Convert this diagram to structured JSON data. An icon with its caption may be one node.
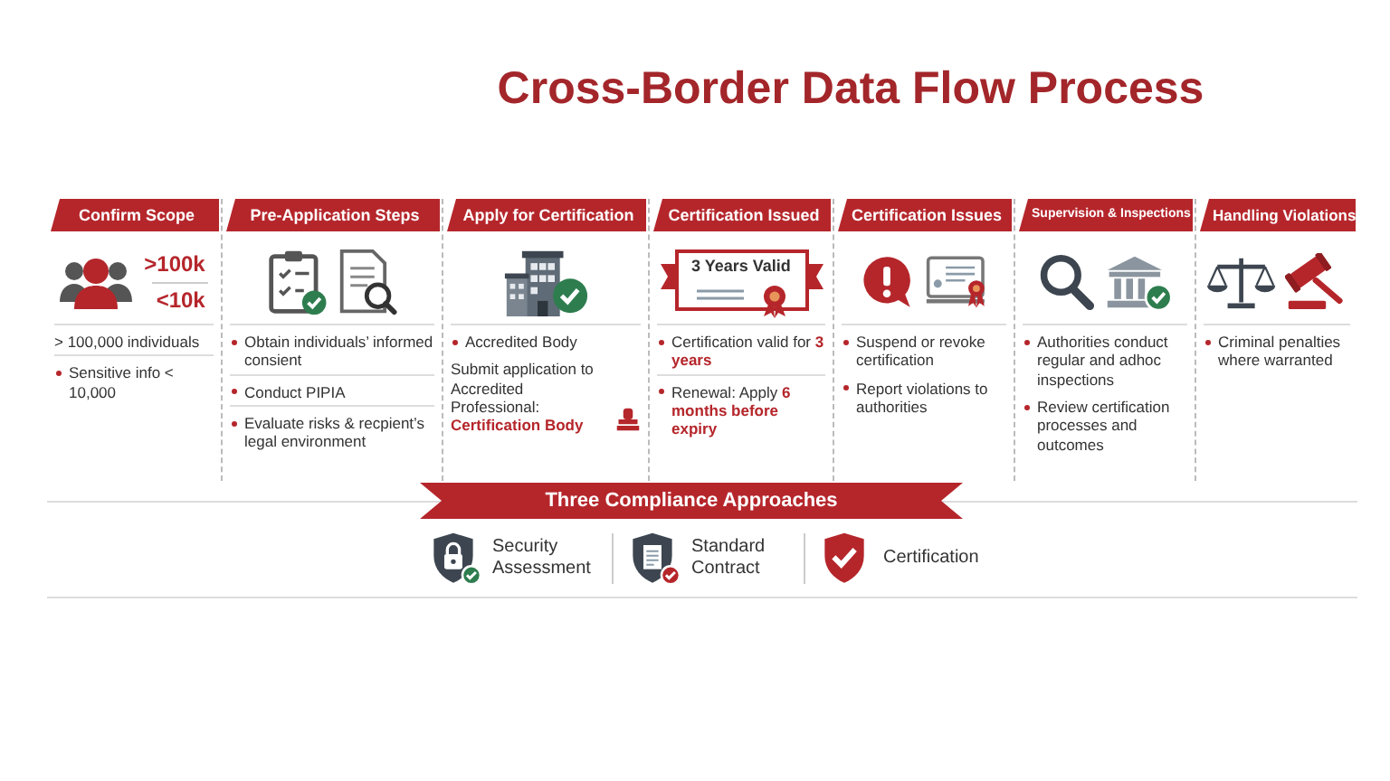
{
  "diagram": {
    "title": "Cross-Border Data Flow Process",
    "nodes": [
      {
        "text": [
          "Confirm Scope",
          ">100k",
          "<10k",
          "> 100,000 individuals",
          "Sensitive info < 10,000"
        ]
      },
      {
        "text": [
          "Pre-Application Steps",
          "Obtain individuals’ informed consient",
          "Conduct PIPIA",
          "Evaluate risks & recpient’s legal environment"
        ]
      },
      {
        "text": [
          "Apply for Certification",
          "Accredited Body",
          "Submit application to Accredited Professional: **Certification Body**"
        ]
      },
      {
        "text": [
          "Certification Issued",
          "3 Years Valid",
          "Certification valid for **3 years**",
          "Renewal: Apply **6 months before expiry**"
        ]
      },
      {
        "text": [
          "Certification Issues",
          "Suspend or revoke certification",
          "Report violations to authorities"
        ]
      },
      {
        "text": [
          "Supervision & Inspections",
          "Authorities conduct regular and adhoc inspections",
          "Review certification processes and outcomes"
        ]
      },
      {
        "text": [
          "Handling Violations",
          "Criminal penalties where warranted"
        ]
      },
      {
        "text": [
          "Three Compliance Approaches"
        ]
      }
    ],
    "labels": [
      "Security Assessment",
      "Standard Contract",
      "Certification"
    ]
  }
}
